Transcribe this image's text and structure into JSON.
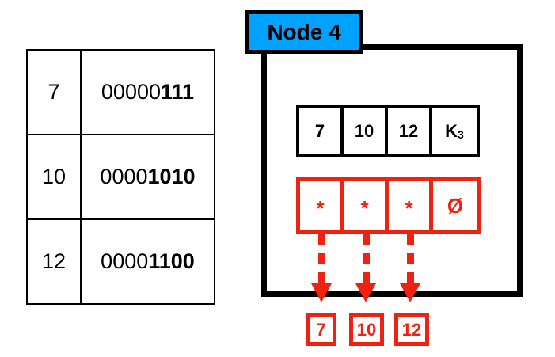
{
  "binary_table": {
    "rows": [
      {
        "decimal": "7",
        "prefix": "00000",
        "suffix": "111"
      },
      {
        "decimal": "10",
        "prefix": "0000",
        "suffix": "1010"
      },
      {
        "decimal": "12",
        "prefix": "0000",
        "suffix": "1100"
      }
    ]
  },
  "node": {
    "tab_label": "Node 4",
    "tab_color": "#00A2FF",
    "border_color": "#000000",
    "key_row": {
      "cells": [
        {
          "text": "7",
          "sub": ""
        },
        {
          "text": "10",
          "sub": ""
        },
        {
          "text": "12",
          "sub": ""
        },
        {
          "text": "K",
          "sub": "3"
        }
      ]
    },
    "pointer_row": {
      "color": "#EE2211",
      "cells": [
        {
          "symbol": "*",
          "kind": "star"
        },
        {
          "symbol": "*",
          "kind": "star"
        },
        {
          "symbol": "*",
          "kind": "star"
        },
        {
          "symbol": "Ø",
          "kind": "nil"
        }
      ]
    }
  },
  "results": {
    "color": "#EE2211",
    "boxes": [
      {
        "label": "7"
      },
      {
        "label": "10"
      },
      {
        "label": "12"
      }
    ]
  }
}
